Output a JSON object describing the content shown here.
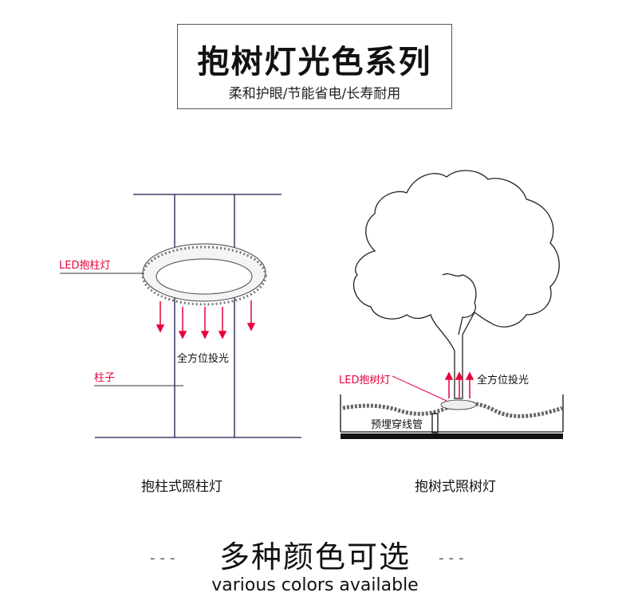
{
  "header": {
    "title": "抱树灯光色系列",
    "subtitle": "柔和护眼/节能省电/长寿耐用"
  },
  "left_diagram": {
    "lamp_label": "LED抱柱灯",
    "pillar_label": "柱子",
    "light_label": "全方位投光",
    "caption": "抱柱式照柱灯"
  },
  "right_diagram": {
    "lamp_label": "LED抱树灯",
    "light_label": "全方位投光",
    "pipe_label": "预埋穿线管",
    "caption": "抱树式照树灯"
  },
  "footer": {
    "heading": "多种颜色可选",
    "subheading": "various colors available",
    "dash_left": "---",
    "dash_right": "---"
  },
  "colors": {
    "accent": "#e8003c",
    "line": "#1a1a4a"
  }
}
